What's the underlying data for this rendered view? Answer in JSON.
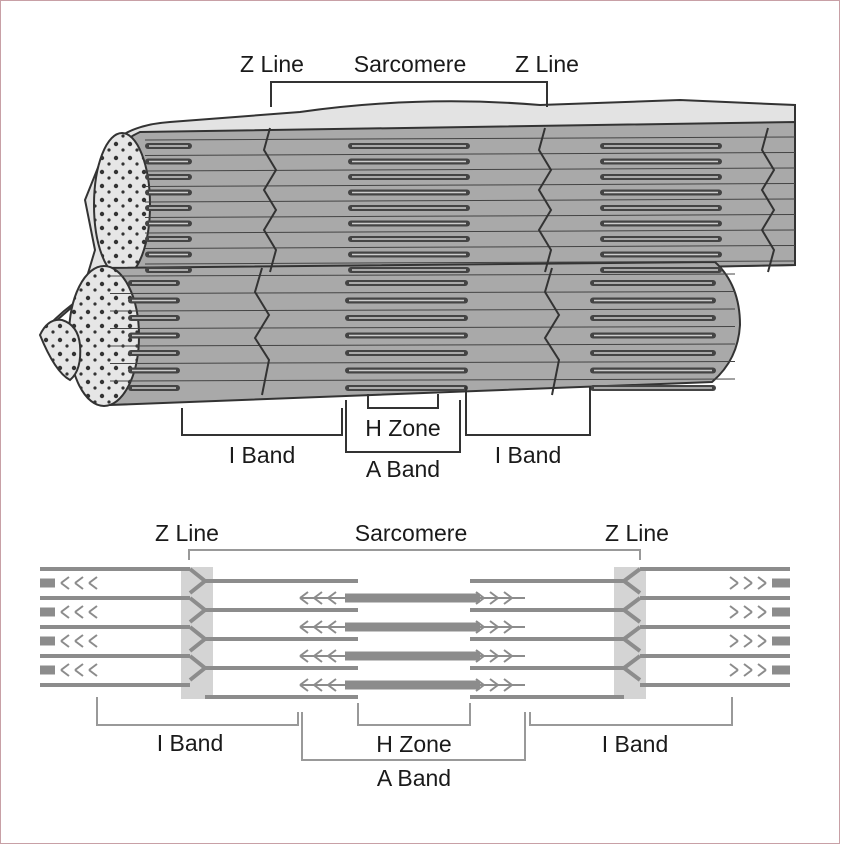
{
  "top_diagram": {
    "z_line_left": "Z Line",
    "sarcomere": "Sarcomere",
    "z_line_right": "Z Line",
    "i_band_left": "I Band",
    "h_zone": "H Zone",
    "a_band": "A Band",
    "i_band_right": "I Band"
  },
  "bottom_diagram": {
    "z_line_left": "Z Line",
    "sarcomere": "Sarcomere",
    "z_line_right": "Z Line",
    "i_band_left": "I Band",
    "h_zone": "H Zone",
    "a_band": "A Band",
    "i_band_right": "I Band"
  },
  "colors": {
    "fiber_fill": "#a9a9a9",
    "outline": "#333333",
    "thick_filament": "#8c8c8c",
    "z_disc": "#cfcfcf",
    "border": "#c8a0a6"
  }
}
